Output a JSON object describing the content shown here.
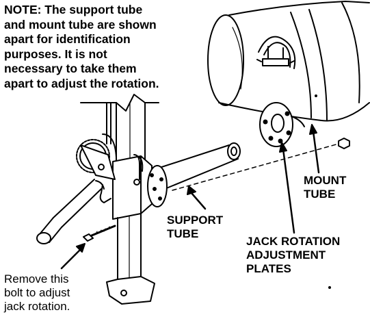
{
  "note": {
    "lines": [
      "NOTE: The support tube",
      "and mount tube are shown",
      "apart for identification",
      "purposes.  It is not",
      "necessary to take them",
      "apart to adjust the rotation."
    ]
  },
  "labels": {
    "mount_tube": [
      "MOUNT",
      "TUBE"
    ],
    "support_tube": [
      "SUPPORT",
      "TUBE"
    ],
    "jack_plates": [
      "JACK ROTATION",
      "ADJUSTMENT",
      "PLATES"
    ],
    "remove_bolt": [
      "Remove this",
      "bolt to adjust",
      "jack rotation."
    ]
  },
  "colors": {
    "ink": "#000000",
    "paper": "#ffffff"
  }
}
